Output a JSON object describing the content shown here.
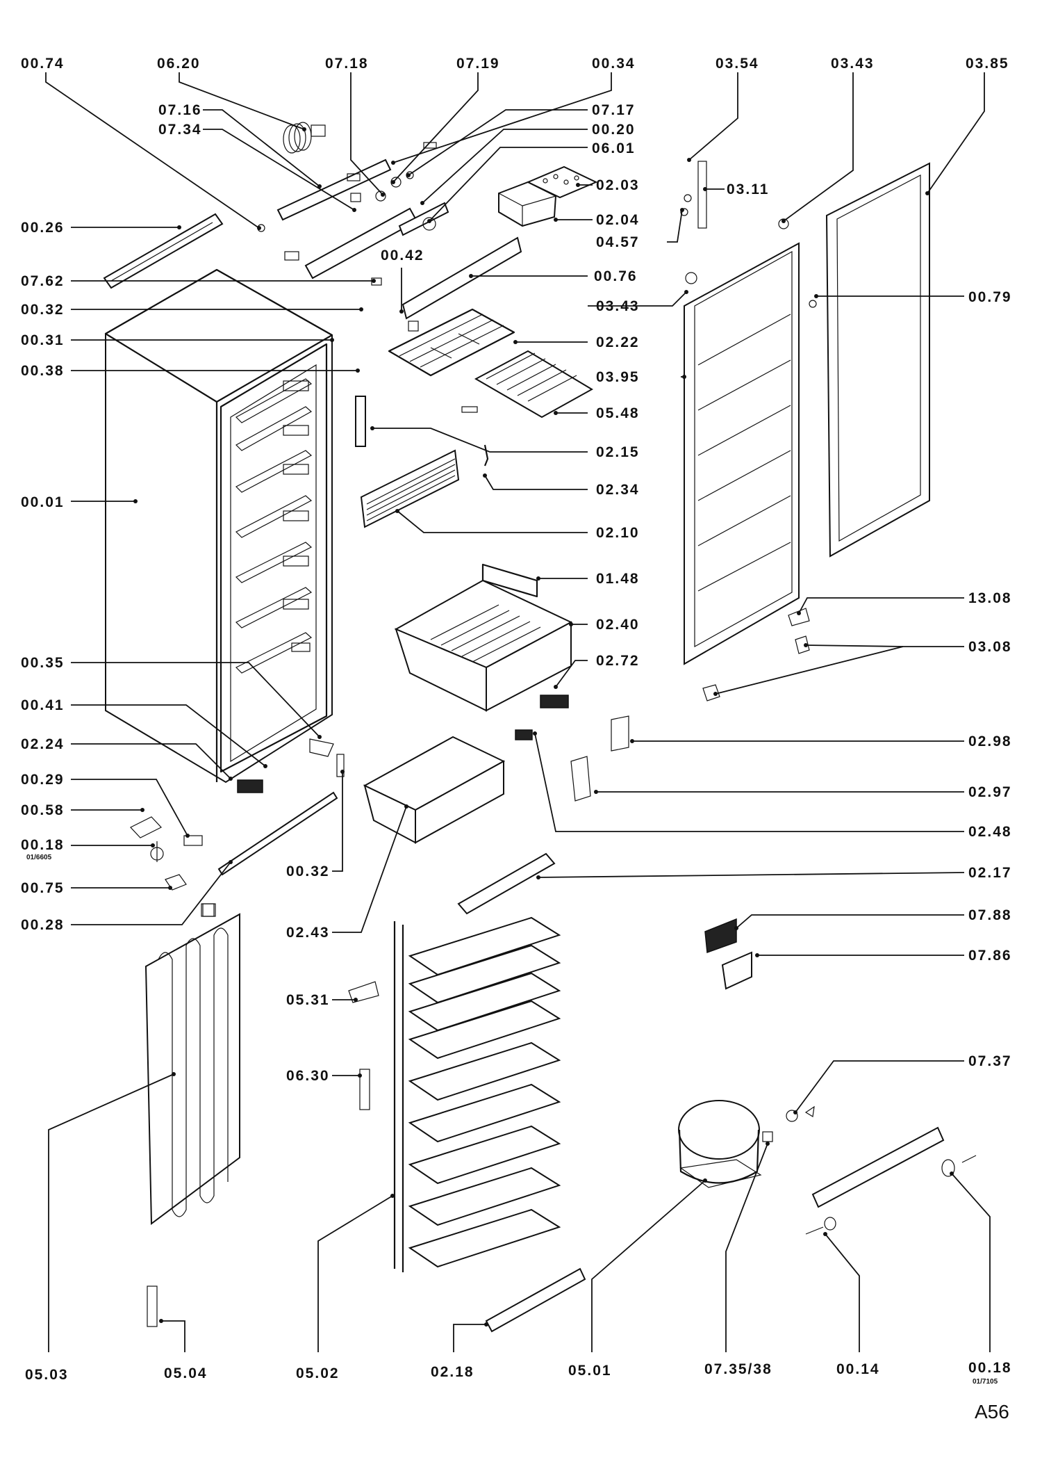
{
  "diagram_ref": "A56",
  "parts": [
    {
      "id": "00.74"
    },
    {
      "id": "06.20"
    },
    {
      "id": "07.18"
    },
    {
      "id": "07.19"
    },
    {
      "id": "00.34"
    },
    {
      "id": "03.54"
    },
    {
      "id": "03.43"
    },
    {
      "id": "03.85"
    },
    {
      "id": "07.16"
    },
    {
      "id": "07.34"
    },
    {
      "id": "07.17"
    },
    {
      "id": "00.20"
    },
    {
      "id": "06.01"
    },
    {
      "id": "02.03"
    },
    {
      "id": "02.04"
    },
    {
      "id": "04.57"
    },
    {
      "id": "03.11"
    },
    {
      "id": "00.26"
    },
    {
      "id": "00.42"
    },
    {
      "id": "07.62"
    },
    {
      "id": "00.76"
    },
    {
      "id": "03.43"
    },
    {
      "id": "00.79"
    },
    {
      "id": "00.32"
    },
    {
      "id": "00.31"
    },
    {
      "id": "02.22"
    },
    {
      "id": "00.38"
    },
    {
      "id": "03.95"
    },
    {
      "id": "05.48"
    },
    {
      "id": "02.15"
    },
    {
      "id": "02.34"
    },
    {
      "id": "00.01"
    },
    {
      "id": "02.10"
    },
    {
      "id": "01.48"
    },
    {
      "id": "13.08"
    },
    {
      "id": "02.40"
    },
    {
      "id": "03.08"
    },
    {
      "id": "02.72"
    },
    {
      "id": "00.35"
    },
    {
      "id": "00.41"
    },
    {
      "id": "02.24"
    },
    {
      "id": "02.98"
    },
    {
      "id": "00.29"
    },
    {
      "id": "02.97"
    },
    {
      "id": "00.58"
    },
    {
      "id": "00.18",
      "note": "01/6605"
    },
    {
      "id": "02.48"
    },
    {
      "id": "00.75"
    },
    {
      "id": "00.32"
    },
    {
      "id": "02.17"
    },
    {
      "id": "00.28"
    },
    {
      "id": "02.43"
    },
    {
      "id": "07.88"
    },
    {
      "id": "07.86"
    },
    {
      "id": "05.31"
    },
    {
      "id": "06.30"
    },
    {
      "id": "07.37"
    },
    {
      "id": "05.03"
    },
    {
      "id": "05.04"
    },
    {
      "id": "05.02"
    },
    {
      "id": "02.18"
    },
    {
      "id": "05.01"
    },
    {
      "id": "07.35/38"
    },
    {
      "id": "00.14"
    },
    {
      "id": "00.18",
      "note": "01/7105"
    }
  ]
}
